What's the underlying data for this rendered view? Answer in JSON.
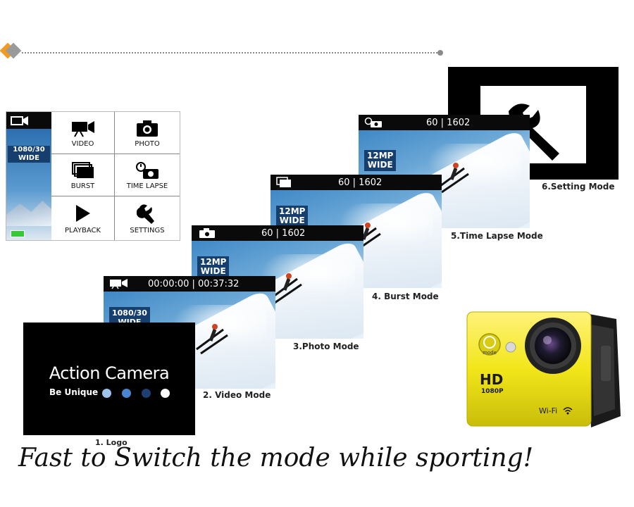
{
  "menu": {
    "side_resolution": "1080/30\nWIDE",
    "items": [
      {
        "label": "VIDEO",
        "icon": "video-camera-icon"
      },
      {
        "label": "PHOTO",
        "icon": "photo-camera-icon"
      },
      {
        "label": "BURST",
        "icon": "burst-icon"
      },
      {
        "label": "TIME LAPSE",
        "icon": "time-lapse-icon"
      },
      {
        "label": "PLAYBACK",
        "icon": "play-icon"
      },
      {
        "label": "SETTINGS",
        "icon": "wrench-icon"
      }
    ]
  },
  "screens": {
    "video": {
      "status": "00:00:00 | 00:37:32",
      "resolution": "1080/30\nWIDE",
      "caption": "2. Video Mode"
    },
    "photo": {
      "status": "60 | 1602",
      "resolution": "12MP\nWIDE",
      "caption": "3.Photo Mode"
    },
    "burst": {
      "status": "60 | 1602",
      "resolution": "12MP\nWIDE",
      "caption": "4. Burst Mode"
    },
    "timelapse": {
      "status": "60 | 1602",
      "resolution": "12MP\nWIDE",
      "caption": "5.Time Lapse Mode"
    },
    "setting": {
      "caption": "6.Setting Mode"
    }
  },
  "logo": {
    "title": "Action Camera",
    "subtitle": "Be Unique",
    "caption": "1. Logo",
    "dot_colors": [
      "#9ec3ea",
      "#4a86d0",
      "#1e3f72",
      "#ffffff"
    ]
  },
  "camera": {
    "badge": "HD",
    "sub": "1080P",
    "wifi": "Wi-Fi",
    "button": "mode",
    "body_color": "#f2e61a"
  },
  "slogan": "Fast to Switch the mode while sporting!",
  "colors": {
    "accent": "#f39a1e",
    "dotted_line": "#8a8a8a",
    "res_badge": "#173f6d"
  }
}
